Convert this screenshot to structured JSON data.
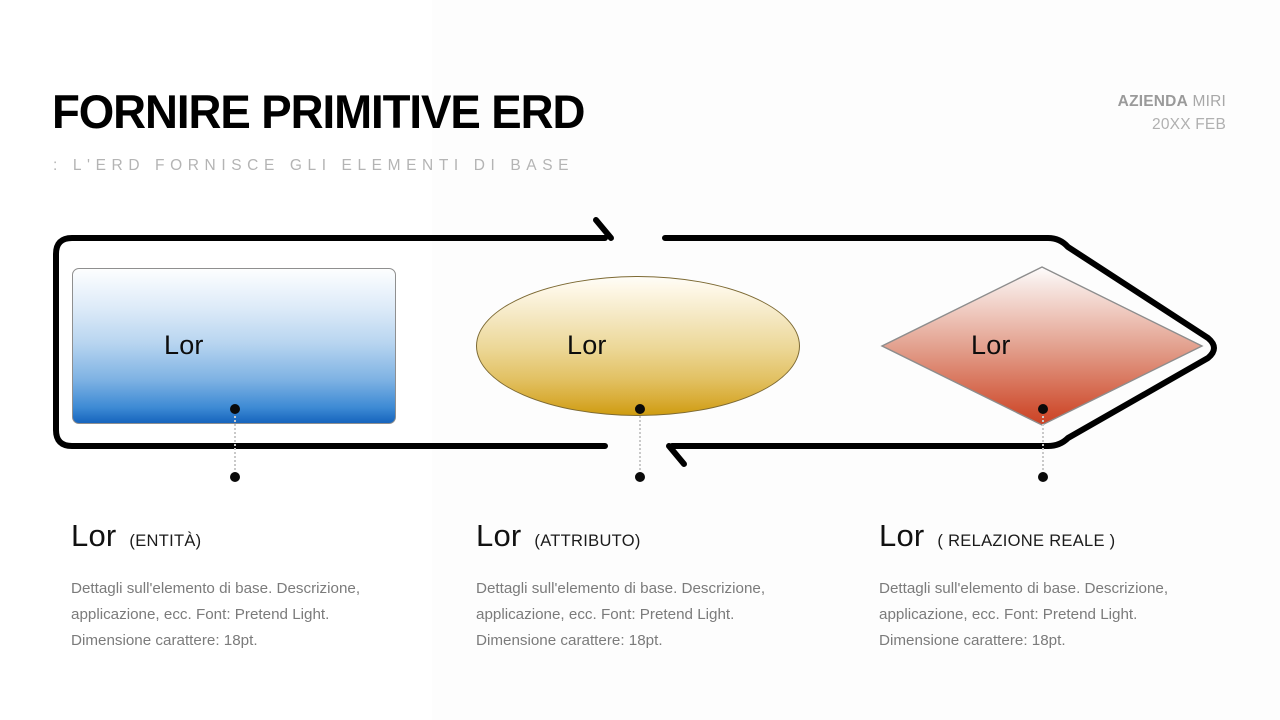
{
  "header": {
    "title": "FORNIRE PRIMITIVE ERD",
    "subtitle": ": L'ERD FORNISCE GLI ELEMENTI DI BASE",
    "meta_company_strong": "AZIENDA",
    "meta_company_rest": " MIRI",
    "meta_date": "20XX FEB"
  },
  "diagram": {
    "entity_shape_label": "Lor",
    "attribute_shape_label": "Lor",
    "relation_shape_label": "Lor",
    "colors": {
      "entity_accent": "#1664bd",
      "attribute_accent": "#cf9c10",
      "relation_accent": "#cb4326",
      "band_stroke": "#000000",
      "connector": "#c9c9c9"
    }
  },
  "columns": [
    {
      "name": "entity",
      "title": "Lor",
      "tag": "(ENTITÀ)",
      "body": "Dettagli sull'elemento di base. Descrizione, applicazione, ecc. Font: Pretend Light. Dimensione carattere: 18pt."
    },
    {
      "name": "attribute",
      "title": "Lor",
      "tag": "(ATTRIBUTO)",
      "body": "Dettagli sull'elemento di base. Descrizione, applicazione, ecc. Font: Pretend Light. Dimensione carattere: 18pt."
    },
    {
      "name": "relation",
      "title": "Lor",
      "tag": "( RELAZIONE REALE )",
      "body": "Dettagli sull'elemento di base. Descrizione, applicazione, ecc. Font: Pretend Light. Dimensione carattere: 18pt."
    }
  ]
}
